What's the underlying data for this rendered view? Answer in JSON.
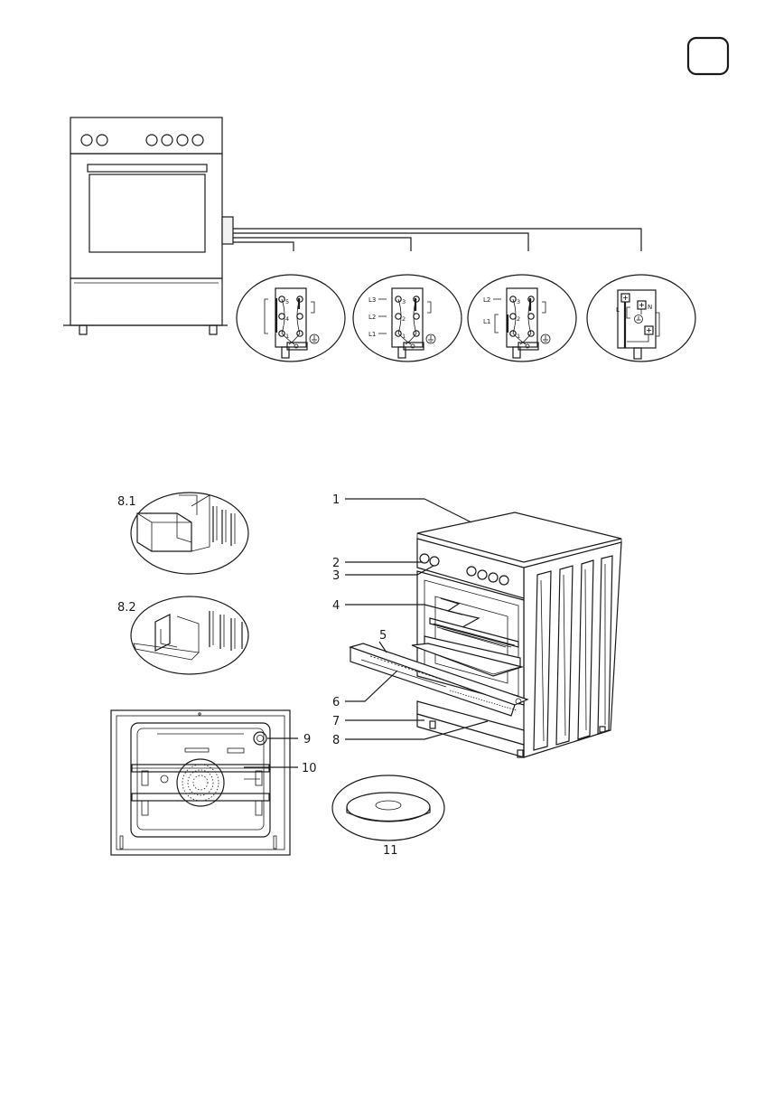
{
  "page_badge": "",
  "callouts": [
    "1",
    "2",
    "3",
    "4",
    "5",
    "6",
    "7",
    "8",
    "8.1",
    "8.2",
    "9",
    "10",
    "11"
  ],
  "wiring_diagrams": [
    {
      "terminal_numbers": [
        "1",
        "2",
        "3",
        "4",
        "5"
      ],
      "line_labels": []
    },
    {
      "terminal_numbers": [
        "1",
        "2",
        "3",
        "4",
        "5"
      ],
      "line_labels": [
        "L3",
        "L2",
        "L1"
      ]
    },
    {
      "terminal_numbers": [
        "1",
        "2",
        "3",
        "4",
        "5"
      ],
      "line_labels": [
        "L2",
        "L1"
      ]
    },
    {
      "terminal_numbers": [],
      "line_labels": [
        "L",
        "N"
      ]
    }
  ]
}
